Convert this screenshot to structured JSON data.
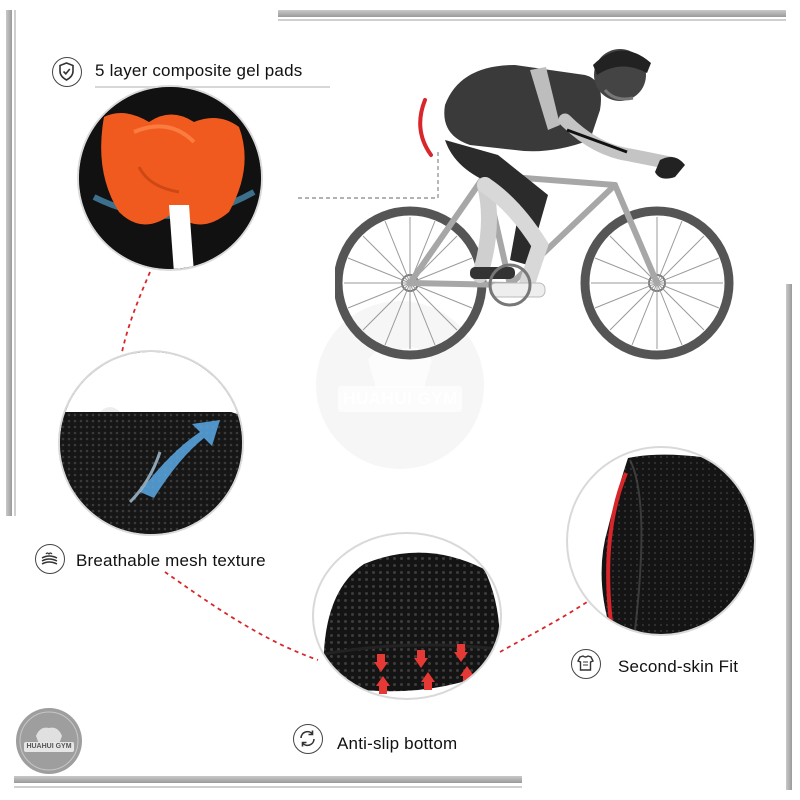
{
  "features": {
    "gel_pads": {
      "label": "5 layer composite gel pads",
      "icon": "shield-icon"
    },
    "mesh": {
      "label": "Breathable mesh texture",
      "icon": "fabric-layers-icon"
    },
    "anti_slip": {
      "label": "Anti-slip bottom",
      "icon": "rotate-arrows-icon"
    },
    "second_skin": {
      "label": "Second-skin Fit",
      "icon": "shirt-icon"
    }
  },
  "watermark": {
    "text": "HUAHUI GYM"
  },
  "logo": {
    "text": "HUAHUI GYM"
  },
  "colors": {
    "accent_red": "#d8262b",
    "gel_orange": "#f05a1e",
    "mesh_black": "#111111",
    "airflow_blue": "#5aa9e6",
    "frame_bars": "#b8b8b8"
  }
}
